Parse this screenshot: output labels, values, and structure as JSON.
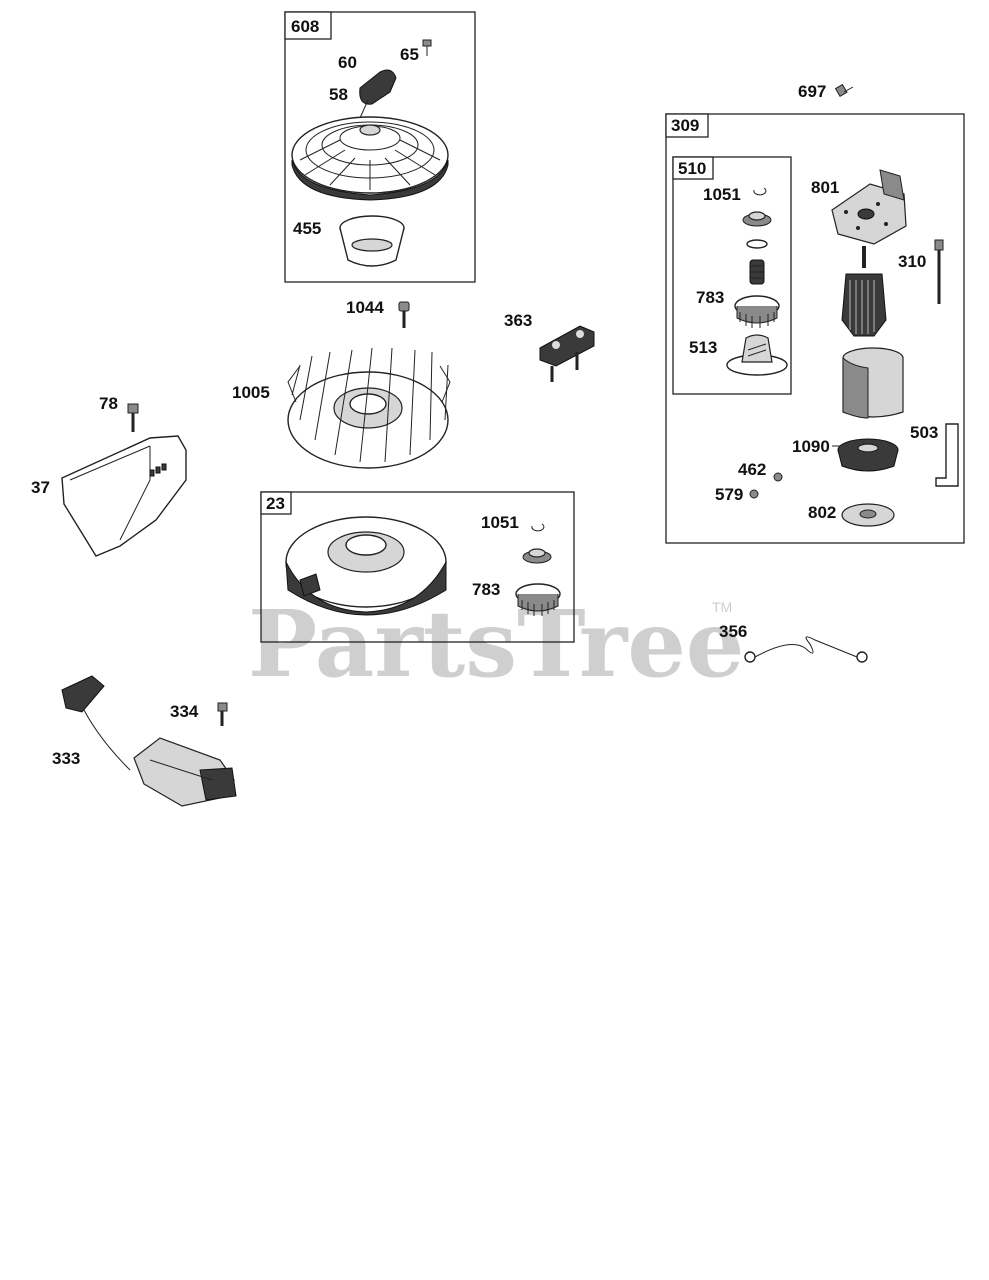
{
  "watermark": {
    "text": "PartsTree",
    "trademark": "TM"
  },
  "groups": {
    "g608": "608",
    "g309": "309",
    "g510": "510",
    "g23": "23"
  },
  "callouts": {
    "c60": "60",
    "c65": "65",
    "c58": "58",
    "c455": "455",
    "c697": "697",
    "c1051a": "1051",
    "c801": "801",
    "c310": "310",
    "c783a": "783",
    "c513": "513",
    "c503": "503",
    "c1090": "1090",
    "c462": "462",
    "c579": "579",
    "c802": "802",
    "c1044": "1044",
    "c363": "363",
    "c1005": "1005",
    "c78": "78",
    "c37": "37",
    "c1051b": "1051",
    "c783b": "783",
    "c356": "356",
    "c334": "334",
    "c333": "333"
  }
}
